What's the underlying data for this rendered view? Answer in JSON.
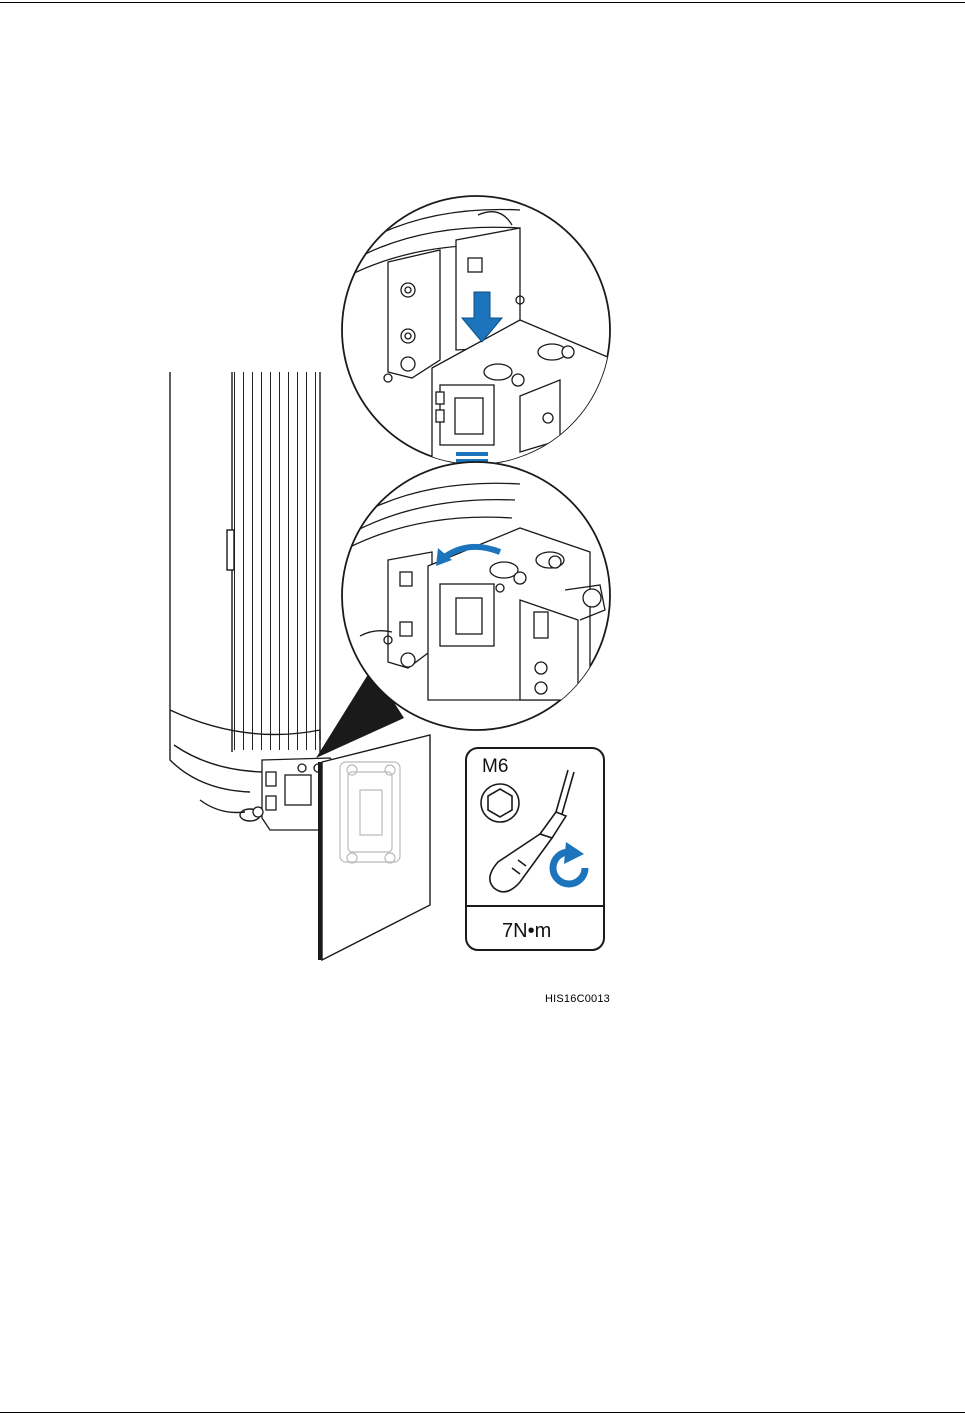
{
  "figure": {
    "caption_code": "HIS16C0013",
    "tool_panel": {
      "bolt_size": "M6",
      "torque": "7N•m",
      "icons": [
        "hex-socket-icon",
        "torque-screwdriver-icon",
        "rotate-clockwise-icon"
      ]
    },
    "colors": {
      "accent_blue": "#1c75bc",
      "line": "#1a1a1a",
      "panel_fill": "#ffffff"
    }
  }
}
